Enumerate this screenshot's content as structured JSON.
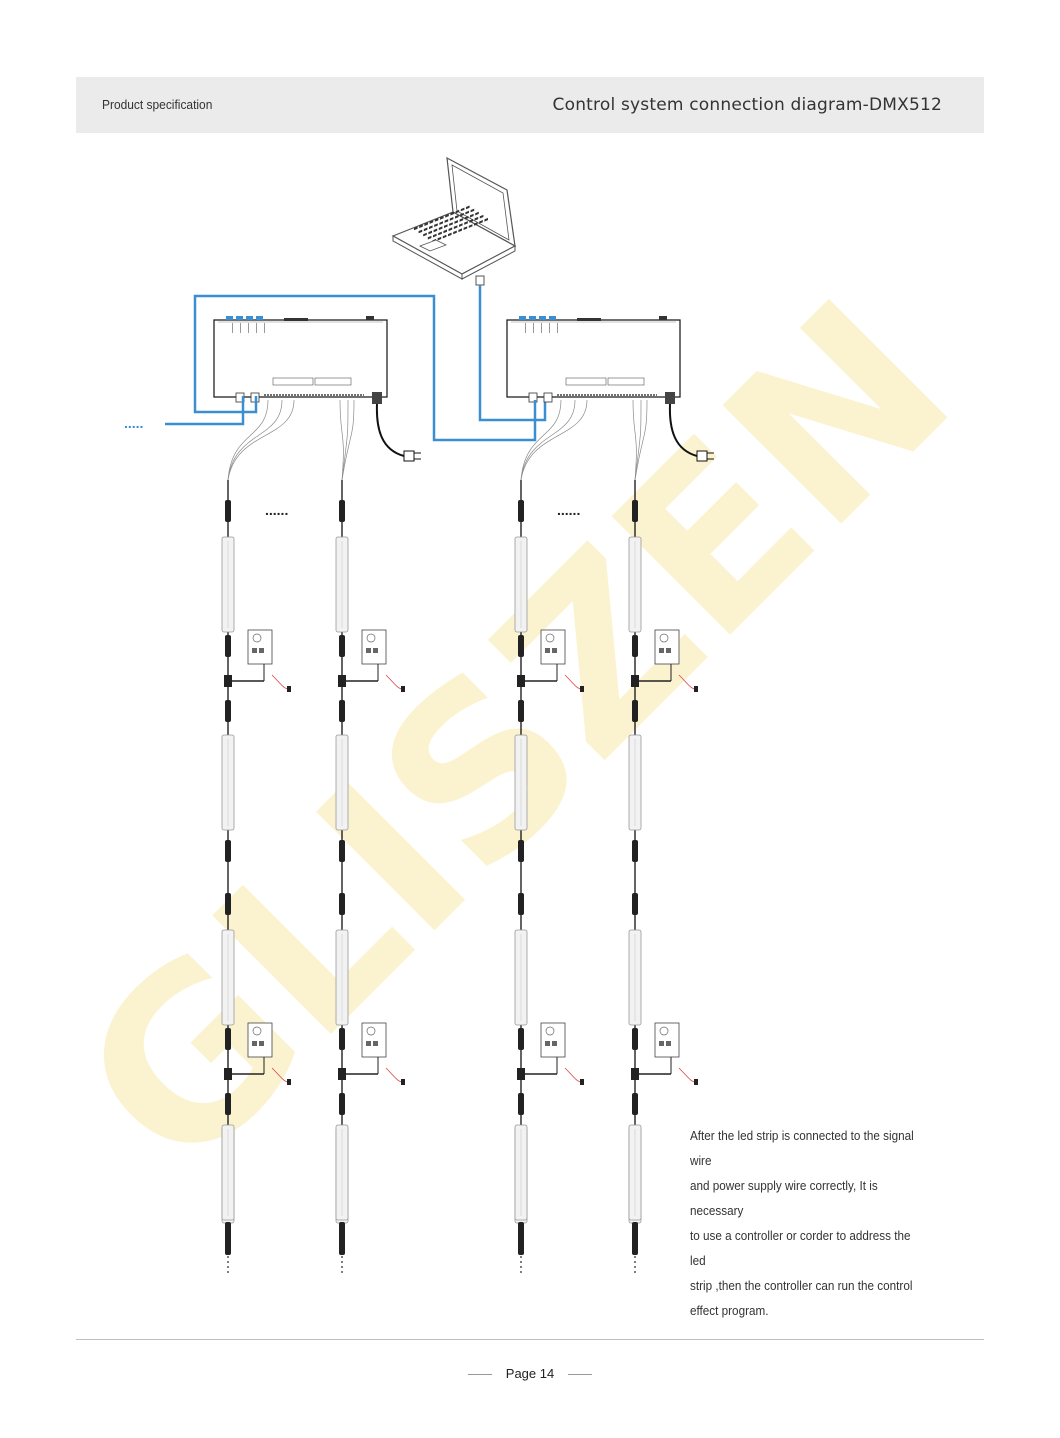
{
  "header": {
    "left_label": "Product specification",
    "title": "Control system connection diagram-DMX512"
  },
  "watermark": {
    "text": "GLISZEN",
    "color": "#fbf3cf"
  },
  "diagram": {
    "signal_color": "#3b8fd0",
    "line_color": "#555555",
    "continuation_marks": ".....",
    "ellipsis_marks": "......"
  },
  "description": {
    "lines": [
      "After the led strip is connected to the signal wire",
      "and power supply wire correctly, It is necessary",
      "to use a controller or corder to address the led",
      "strip ,then the controller can run the control",
      "effect program."
    ]
  },
  "footer": {
    "page_label": "Page 14"
  }
}
